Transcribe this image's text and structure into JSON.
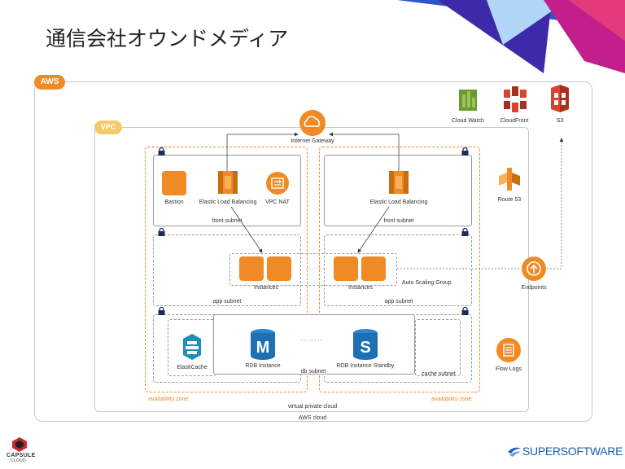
{
  "title": "通信会社オウンドメディア",
  "badges": {
    "aws": "AWS",
    "vpc": "VPC"
  },
  "services": {
    "cloudwatch": "Cloud Watch",
    "cloudfront": "CloudFront",
    "s3": "S3",
    "route53": "Route 53",
    "endpoints": "Endpoints",
    "flowlogs": "Flow Logs",
    "internet_gateway": "Internet Gateway"
  },
  "front": {
    "bastion": "Bastion",
    "elb_left": "Elastic Load Balancing",
    "vpc_nat": "VPC NAT",
    "elb_right": "Elastic Load Balancing",
    "subnet_left": "front subnet",
    "subnet_right": "front subnet"
  },
  "app": {
    "instances_left": "Instances",
    "instances_right": "Instances",
    "asg": "Auto Scaling Group",
    "subnet_left": "app subnet",
    "subnet_right": "app subnet"
  },
  "db": {
    "elasticache": "ElastiCache",
    "rdb": "RDB Instance",
    "rdb_standby": "RDB Instance Standby",
    "db_subnet": "db subnet",
    "cache_subnet": "cache subnet",
    "rdb_letter": "M",
    "standby_letter": "S"
  },
  "zones": {
    "left": "availability zone",
    "right": "availability zone"
  },
  "footer_labels": {
    "vpc": "virtual private cloud",
    "aws": "AWS cloud"
  },
  "brand": {
    "capsule_line1": "CAPSULE",
    "capsule_line2": "CLOUD",
    "super": "SUPERSOFTWARE"
  },
  "colors": {
    "orange": "#f08a24",
    "red": "#d9432e",
    "green": "#6b9a2f",
    "blue": "#1f6fb5",
    "teal": "#1a8fb8"
  }
}
